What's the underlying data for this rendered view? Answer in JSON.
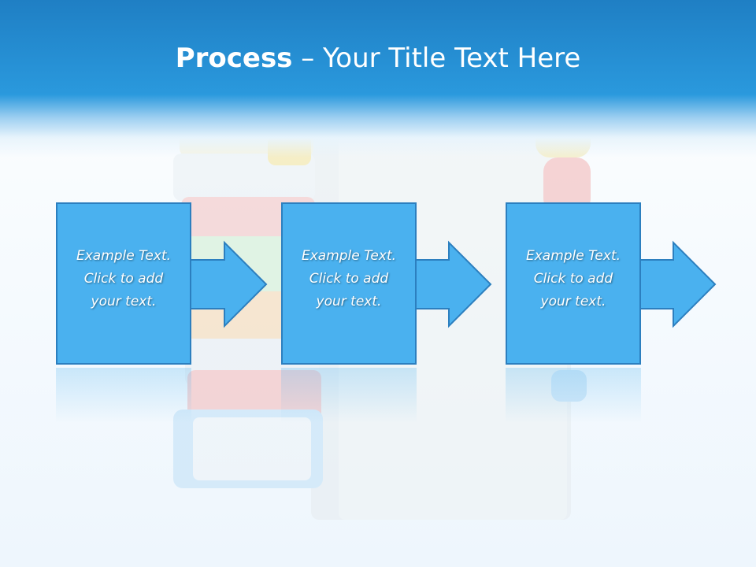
{
  "slide": {
    "title_bold": "Process",
    "title_rest": " – Your Title Text Here"
  },
  "steps": [
    {
      "line1": "Example Text.",
      "line2": "Click  to add",
      "line3": "your text."
    },
    {
      "line1": "Example Text.",
      "line2": "Click  to add",
      "line3": "your text."
    },
    {
      "line1": "Example Text.",
      "line2": "Click  to add",
      "line3": "your text."
    }
  ],
  "colors": {
    "header": "#2a99dd",
    "box_fill": "#4ab1ef",
    "box_border": "#2c7fbf"
  }
}
